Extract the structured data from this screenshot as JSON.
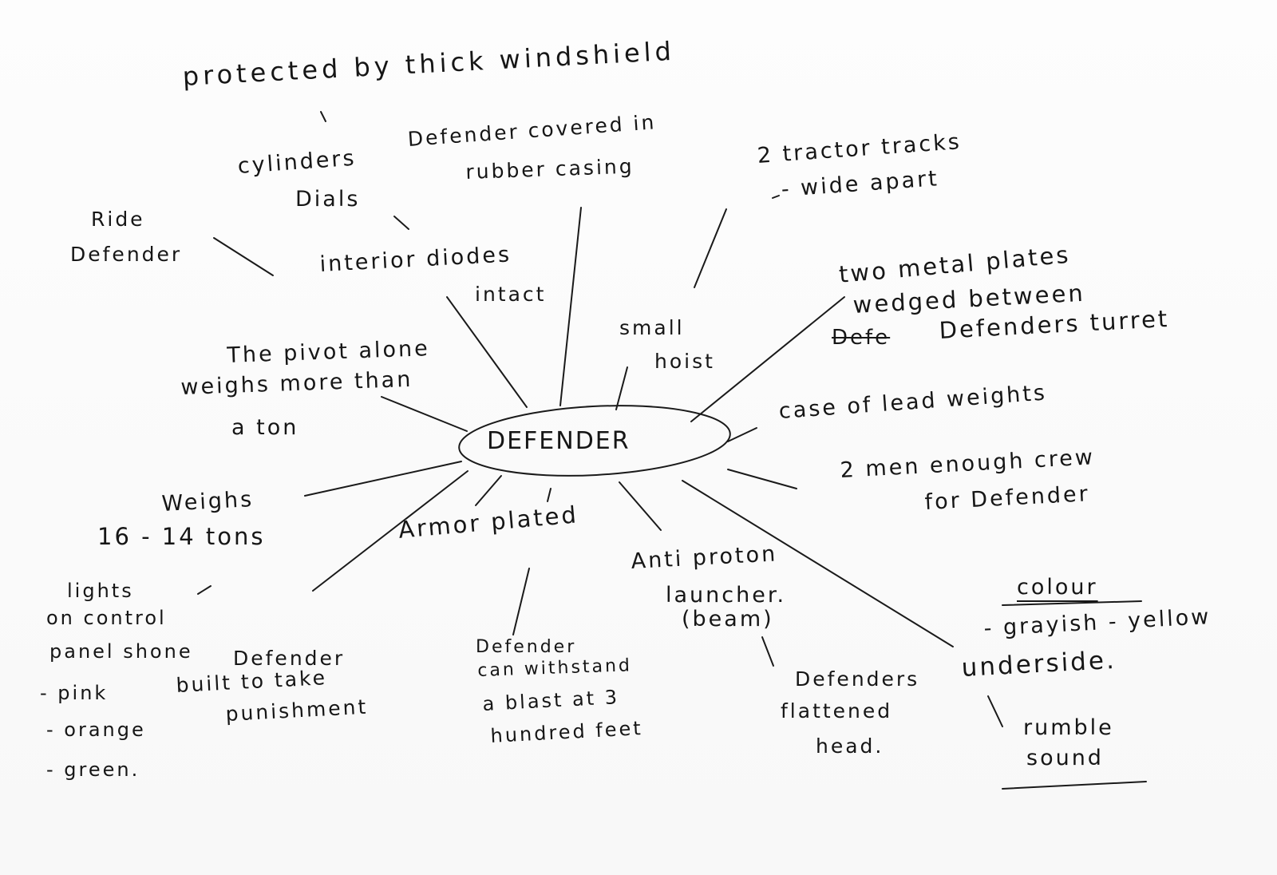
{
  "center": "DEFENDER",
  "notes": {
    "windshield": "protected by thick windshield",
    "cylinders": "cylinders",
    "dials": "Dials",
    "rubber_1": "Defender covered in",
    "rubber_2": "rubber casing",
    "tracks_1": "2 tractor tracks",
    "tracks_2": "- wide apart",
    "ride": "Ride",
    "ride_defender": "Defender",
    "diodes_1": "interior diodes",
    "diodes_2": "intact",
    "hoist_1": "small",
    "hoist_2": "hoist",
    "plates_1": "two metal plates",
    "plates_2": "wedged between",
    "plates_struck": "Defe",
    "plates_3": "Defenders turret",
    "pivot_1": "The pivot alone",
    "pivot_2": "weighs more than",
    "pivot_3": "a ton",
    "lead": "case of lead weights",
    "crew_1": "2 men enough crew",
    "crew_2": "for Defender",
    "weighs_1": "Weighs",
    "weighs_2": "16 - 14 tons",
    "armor": "Armor plated",
    "launcher_1": "Anti proton",
    "launcher_2": "launcher.",
    "launcher_3": "(beam)",
    "colour_title": "colour",
    "colour_value": "- grayish - yellow",
    "underside": "underside.",
    "lights_1": "lights",
    "lights_2": "on control",
    "lights_3": "panel shone",
    "lights_4": "- pink",
    "lights_5": "- orange",
    "lights_6": "- green.",
    "punish_1": "Defender",
    "punish_2": "built to take",
    "punish_3": "punishment",
    "blast_1": "Defender",
    "blast_2": "can withstand",
    "blast_3": "a blast at 3",
    "blast_4": "hundred feet",
    "head_1": "Defenders",
    "head_2": "flattened",
    "head_3": "head.",
    "rumble_1": "rumble",
    "rumble_2": "sound"
  }
}
